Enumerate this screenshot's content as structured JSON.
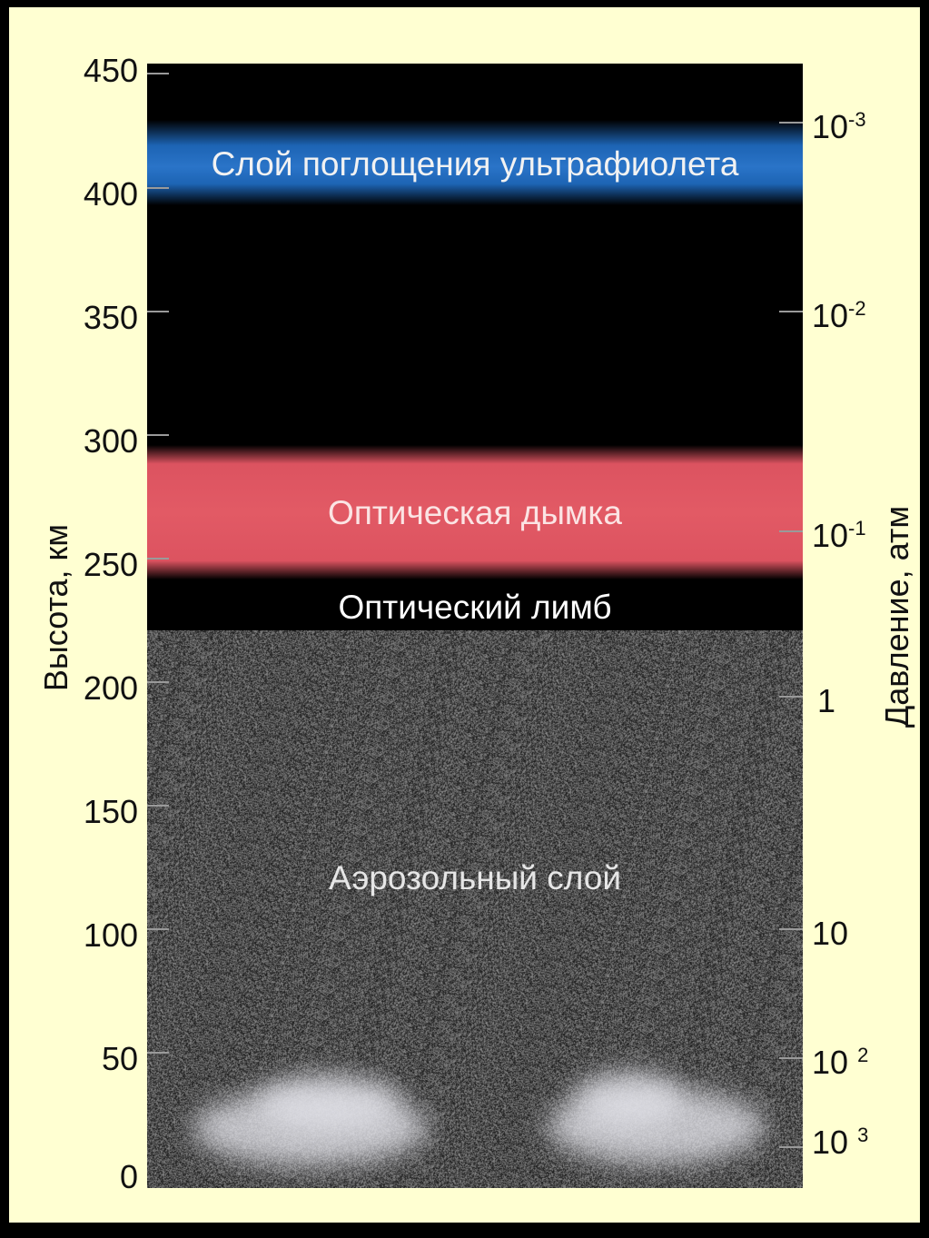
{
  "axes": {
    "left": {
      "title": "Высота, км",
      "ticks": [
        "450",
        "400",
        "350",
        "300",
        "250",
        "200",
        "150",
        "100",
        "50",
        "0"
      ],
      "range_km": [
        0,
        450
      ]
    },
    "right": {
      "title": "Давление, атм",
      "ticks": [
        {
          "base": "10",
          "exp": "-3",
          "at_km": 425
        },
        {
          "base": "10",
          "exp": "-2",
          "at_km": 350
        },
        {
          "base": "10",
          "exp": "-1",
          "at_km": 260
        },
        {
          "base": "1",
          "exp": "",
          "at_km": 190
        },
        {
          "base": "10",
          "exp": "",
          "at_km": 95
        },
        {
          "base": "10",
          "exp": "2",
          "at_km": 45
        },
        {
          "base": "10",
          "exp": "3",
          "at_km": 15
        }
      ]
    }
  },
  "layers": {
    "uv": {
      "label": "Слой поглощения ультрафиолета",
      "color": "#1d64b4",
      "altitude_km": [
        395,
        430
      ]
    },
    "haze": {
      "label": "Оптическая дымка",
      "color": "#dc5360",
      "altitude_km": [
        245,
        295
      ]
    },
    "limb": {
      "label": "Оптический лимб",
      "altitude_km": 230
    },
    "aerosol": {
      "label": "Аэрозольный слой",
      "color": "#3a3a3a",
      "altitude_km": [
        0,
        225
      ]
    }
  },
  "colors": {
    "background": "#ffffd2",
    "frame": "#000000"
  }
}
